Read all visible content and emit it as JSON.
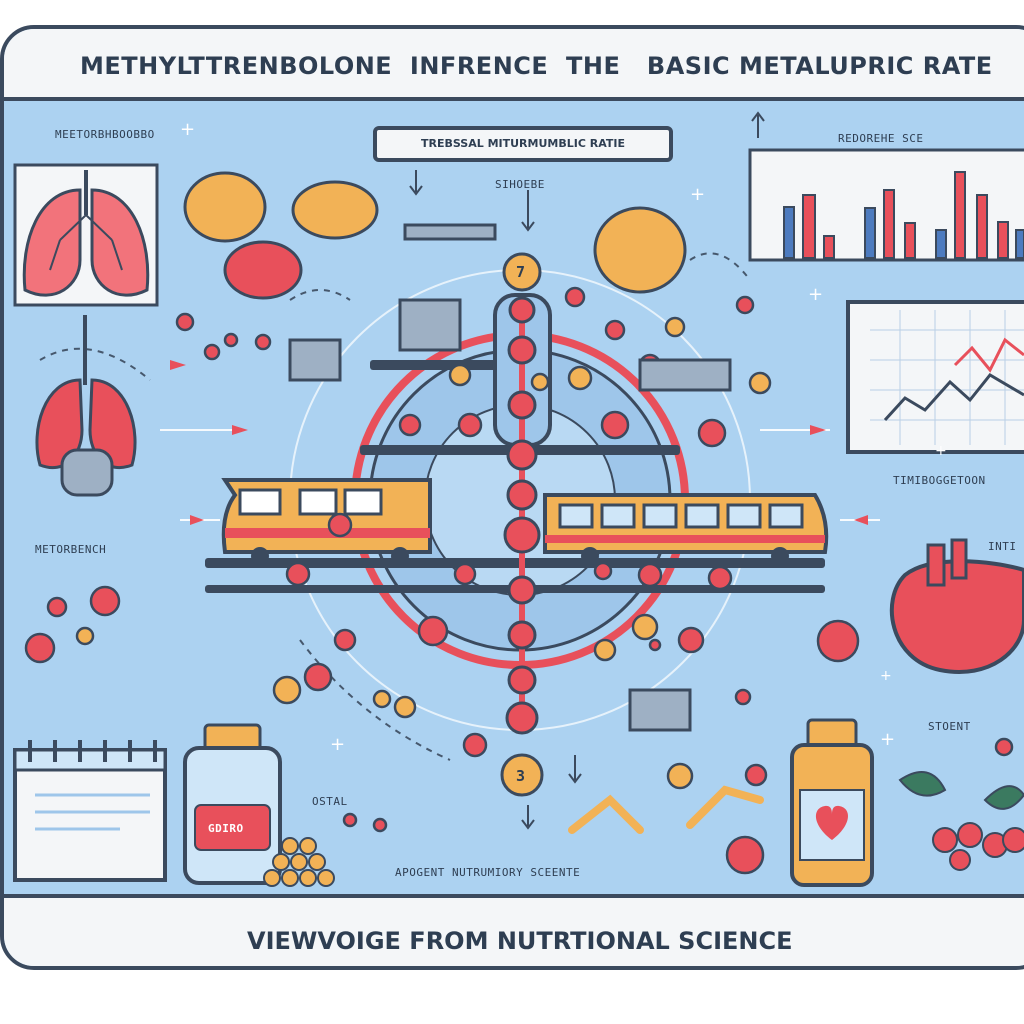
{
  "header": {
    "title": "METHYLTTRENBOLONE  INFRENCE  THE   BASIC METALUPRIC RATE"
  },
  "tag": {
    "text": "TREBSSAL MITURMUMBLIC RATIE"
  },
  "labels": {
    "top_left": "MEETORBHBOOBBO",
    "top_center": "SIHOEBE",
    "top_right": "REDOREHE SCE",
    "middle_left": "METORBENCH",
    "middle_right": "TIMIBOGGETOON",
    "right_partial": "INTI",
    "lower_right": "STOENT",
    "lower_center_left": "OSTAL",
    "bottom_center": "APOGENT NUTRUMIORY SCEENTE",
    "bottle_label": "GDIRO",
    "step_top": "7",
    "step_bottom": "3"
  },
  "footer": {
    "title": "VIEWVOIGE FROM NUTRTIONAL SCIENCE"
  },
  "colors": {
    "background": "#acd2f1",
    "frame": "#3b4a5e",
    "accent_red": "#e8505b",
    "accent_orange": "#f2b256",
    "panel": "#f4f6f8"
  },
  "icons": [
    "lungs-icon",
    "brain-icon",
    "train-icon",
    "molecule-icon",
    "heart-icon",
    "bottle-icon",
    "calendar-icon",
    "bar-chart-icon",
    "line-chart-icon",
    "plant-icon",
    "pill-icon"
  ]
}
